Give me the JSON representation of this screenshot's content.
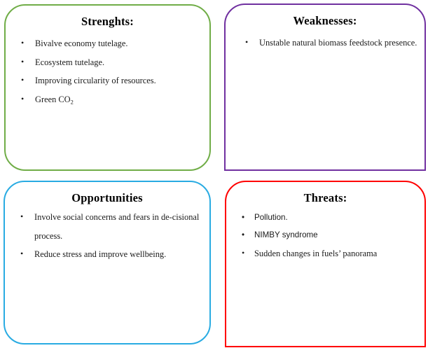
{
  "diagram": {
    "type": "swot-matrix",
    "background": "#ffffff"
  },
  "quadrants": {
    "strengths": {
      "title": "Strenghts:",
      "color": "#70AD47",
      "items": [
        "Bivalve economy tutelage.",
        "Ecosystem tutelage.",
        "Improving circularity of resources.",
        "Green CO2"
      ],
      "bullet": "•"
    },
    "weaknesses": {
      "title": "Weaknesses:",
      "color": "#7030A0",
      "items": [
        "Unstable natural biomass feedstock presence."
      ],
      "bullet": "•"
    },
    "opportunities": {
      "title": "Opportunities",
      "color": "#29ABE2",
      "items": [
        "Involve social concerns and fears in de-cisional process.",
        "Reduce stress and improve wellbeing."
      ],
      "bullet": "•"
    },
    "threats": {
      "title": "Threats:",
      "color": "#FF0000",
      "items": [
        "Pollution.",
        "NIMBY syndrome",
        "Sudden changes in fuels’ panorama"
      ],
      "bullet": "•"
    }
  }
}
